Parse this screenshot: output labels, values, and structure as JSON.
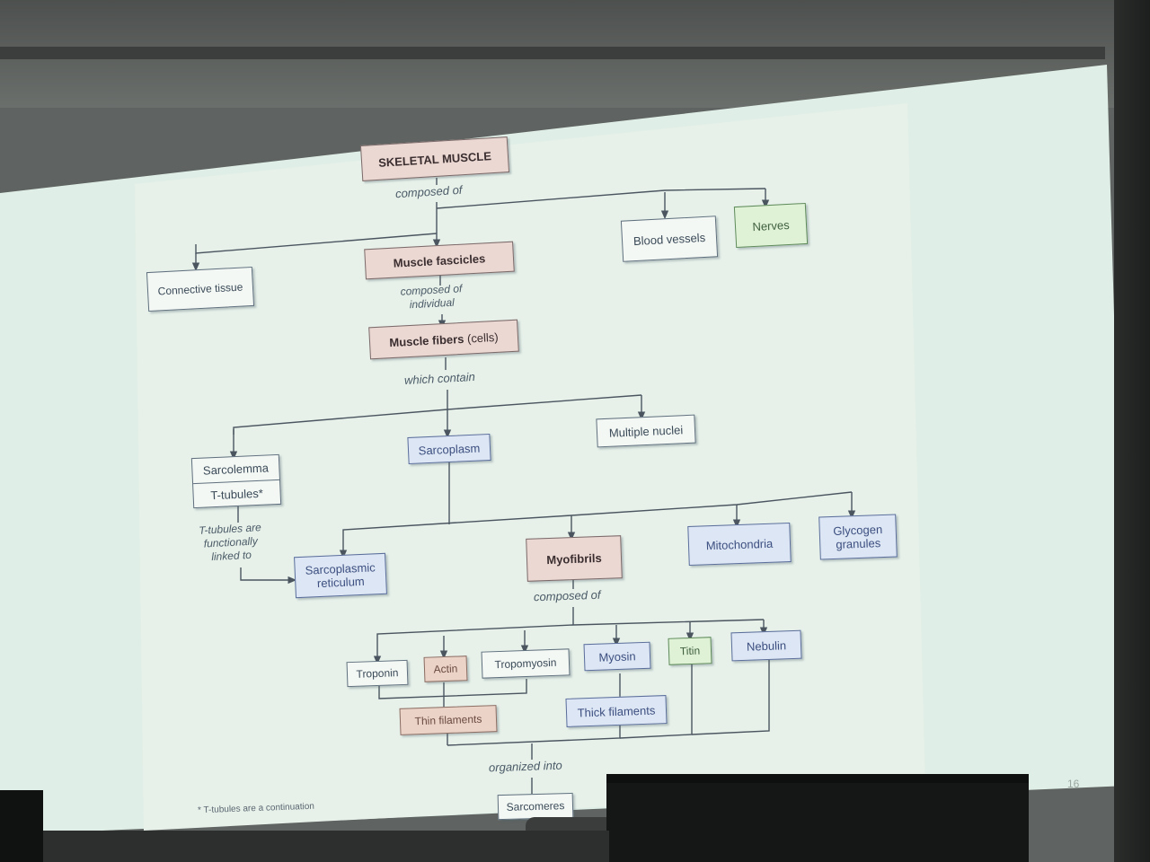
{
  "diagram": {
    "nodes": {
      "skeletal_muscle": "SKELETAL MUSCLE",
      "connective_tissue": "Connective tissue",
      "muscle_fascicles": "Muscle fascicles",
      "blood_vessels": "Blood vessels",
      "nerves": "Nerves",
      "muscle_fibers": "Muscle fibers",
      "muscle_fibers_note": "(cells)",
      "sarcolemma": "Sarcolemma",
      "t_tubules": "T-tubules*",
      "sarcoplasm": "Sarcoplasm",
      "multiple_nuclei": "Multiple nuclei",
      "sarcoplasmic_reticulum_1": "Sarcoplasmic",
      "sarcoplasmic_reticulum_2": "reticulum",
      "myofibrils": "Myofibrils",
      "mitochondria": "Mitochondria",
      "glycogen_1": "Glycogen",
      "glycogen_2": "granules",
      "troponin": "Troponin",
      "actin": "Actin",
      "tropomyosin": "Tropomyosin",
      "myosin": "Myosin",
      "titin": "Titin",
      "nebulin": "Nebulin",
      "thin_filaments": "Thin filaments",
      "thick_filaments": "Thick filaments",
      "sarcomeres": "Sarcomeres"
    },
    "labels": {
      "composed_of": "composed of",
      "composed_of_individual_1": "composed of",
      "composed_of_individual_2": "individual",
      "which_contain": "which contain",
      "t_tubules_linked_1": "T-tubules are",
      "t_tubules_linked_2": "functionally",
      "t_tubules_linked_3": "linked to",
      "composed_of_2": "composed of",
      "organized_into": "organized into"
    },
    "footnote": "* T-tubules are a continuation",
    "page_number": "16"
  }
}
